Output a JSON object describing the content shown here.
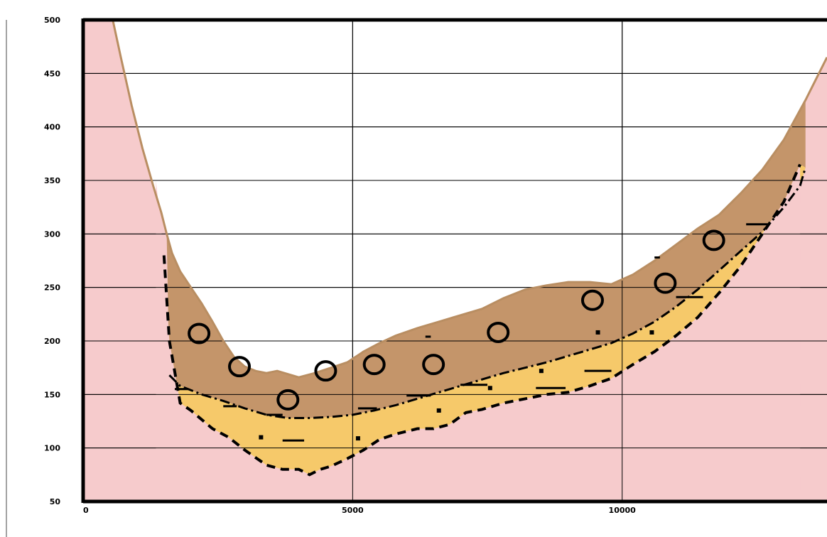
{
  "chart_data": {
    "type": "area",
    "x_ticks": [
      0,
      5000,
      10000
    ],
    "y_ticks": [
      50,
      100,
      150,
      200,
      250,
      300,
      350,
      400,
      450,
      500
    ],
    "xlim": [
      0,
      13800
    ],
    "ylim": [
      50,
      500
    ],
    "grid": true,
    "colors": {
      "bedrock": "#f6cbcc",
      "upper_layer": "#c4956a",
      "lower_layer": "#f6c96a",
      "surface_line": "#b98e62",
      "lines": "#000000"
    },
    "surface_profile": {
      "x": [
        550,
        700,
        900,
        1100,
        1300,
        1450,
        1550,
        1650,
        1800,
        2000,
        2200,
        2400,
        2600,
        2800,
        3000,
        3200,
        3400,
        3600,
        3800,
        4000,
        4300,
        4600,
        4900,
        5200,
        5500,
        5800,
        6200,
        6600,
        7000,
        7400,
        7800,
        8200,
        8600,
        9000,
        9400,
        9800,
        10200,
        10600,
        11000,
        11400,
        11800,
        12200,
        12600,
        13000,
        13400,
        13800
      ],
      "y": [
        500,
        465,
        420,
        380,
        345,
        320,
        300,
        282,
        265,
        250,
        235,
        218,
        200,
        185,
        176,
        172,
        170,
        172,
        169,
        166,
        170,
        175,
        180,
        190,
        198,
        205,
        212,
        218,
        224,
        230,
        240,
        248,
        252,
        255,
        255,
        253,
        262,
        275,
        290,
        305,
        318,
        338,
        360,
        388,
        425,
        465
      ]
    },
    "upper_layer_base": {
      "x": [
        1600,
        1800,
        2200,
        2600,
        3000,
        3400,
        3800,
        4200,
        4600,
        5000,
        5400,
        5800,
        6200,
        6600,
        7000,
        7400,
        7800,
        8200,
        8600,
        9000,
        9400,
        9800,
        10200,
        10600,
        11000,
        11400,
        11800,
        12200,
        12600,
        13000,
        13300,
        13400
      ],
      "y": [
        168,
        158,
        150,
        144,
        137,
        131,
        128,
        128,
        129,
        131,
        135,
        140,
        146,
        152,
        158,
        164,
        170,
        175,
        180,
        186,
        192,
        198,
        207,
        218,
        232,
        248,
        266,
        284,
        302,
        325,
        345,
        362
      ]
    },
    "lower_layer_base": {
      "x": [
        1500,
        1600,
        1800,
        2000,
        2400,
        2700,
        3000,
        3400,
        3700,
        4000,
        4200,
        4400,
        4600,
        4900,
        5200,
        5500,
        5800,
        6200,
        6500,
        6800,
        7100,
        7400,
        7800,
        8200,
        8600,
        9000,
        9400,
        9800,
        10200,
        10600,
        11000,
        11400,
        11800,
        12200,
        12600,
        13000,
        13300
      ],
      "y": [
        280,
        200,
        142,
        135,
        118,
        110,
        98,
        84,
        80,
        80,
        75,
        80,
        83,
        90,
        98,
        108,
        113,
        118,
        118,
        122,
        133,
        136,
        142,
        146,
        150,
        152,
        158,
        165,
        178,
        190,
        205,
        222,
        245,
        270,
        300,
        330,
        365
      ]
    },
    "boulders": [
      {
        "x": 2150,
        "y": 207
      },
      {
        "x": 2900,
        "y": 176
      },
      {
        "x": 3800,
        "y": 145
      },
      {
        "x": 4500,
        "y": 172
      },
      {
        "x": 5400,
        "y": 178
      },
      {
        "x": 6500,
        "y": 178
      },
      {
        "x": 7700,
        "y": 208
      },
      {
        "x": 9450,
        "y": 238
      },
      {
        "x": 10800,
        "y": 254
      },
      {
        "x": 11700,
        "y": 294
      }
    ],
    "lenses": [
      {
        "x1": 1700,
        "x2": 1950,
        "y": 155
      },
      {
        "x1": 2600,
        "x2": 2850,
        "y": 139
      },
      {
        "x1": 3400,
        "x2": 3700,
        "y": 131
      },
      {
        "x1": 3700,
        "x2": 4100,
        "y": 107
      },
      {
        "x1": 5100,
        "x2": 5450,
        "y": 137
      },
      {
        "x1": 6000,
        "x2": 6450,
        "y": 149
      },
      {
        "x1": 7000,
        "x2": 7500,
        "y": 159
      },
      {
        "x1": 8400,
        "x2": 8950,
        "y": 156
      },
      {
        "x1": 9300,
        "x2": 9800,
        "y": 172
      },
      {
        "x1": 11000,
        "x2": 11500,
        "y": 241
      },
      {
        "x1": 12300,
        "x2": 12700,
        "y": 309
      },
      {
        "x1": 6350,
        "x2": 6450,
        "y": 204
      },
      {
        "x1": 10600,
        "x2": 10700,
        "y": 278
      }
    ],
    "dots": [
      {
        "x": 3300,
        "y": 110
      },
      {
        "x": 5100,
        "y": 109
      },
      {
        "x": 6600,
        "y": 135
      },
      {
        "x": 7550,
        "y": 156
      },
      {
        "x": 8500,
        "y": 172
      },
      {
        "x": 9550,
        "y": 208
      },
      {
        "x": 10550,
        "y": 208
      }
    ]
  }
}
